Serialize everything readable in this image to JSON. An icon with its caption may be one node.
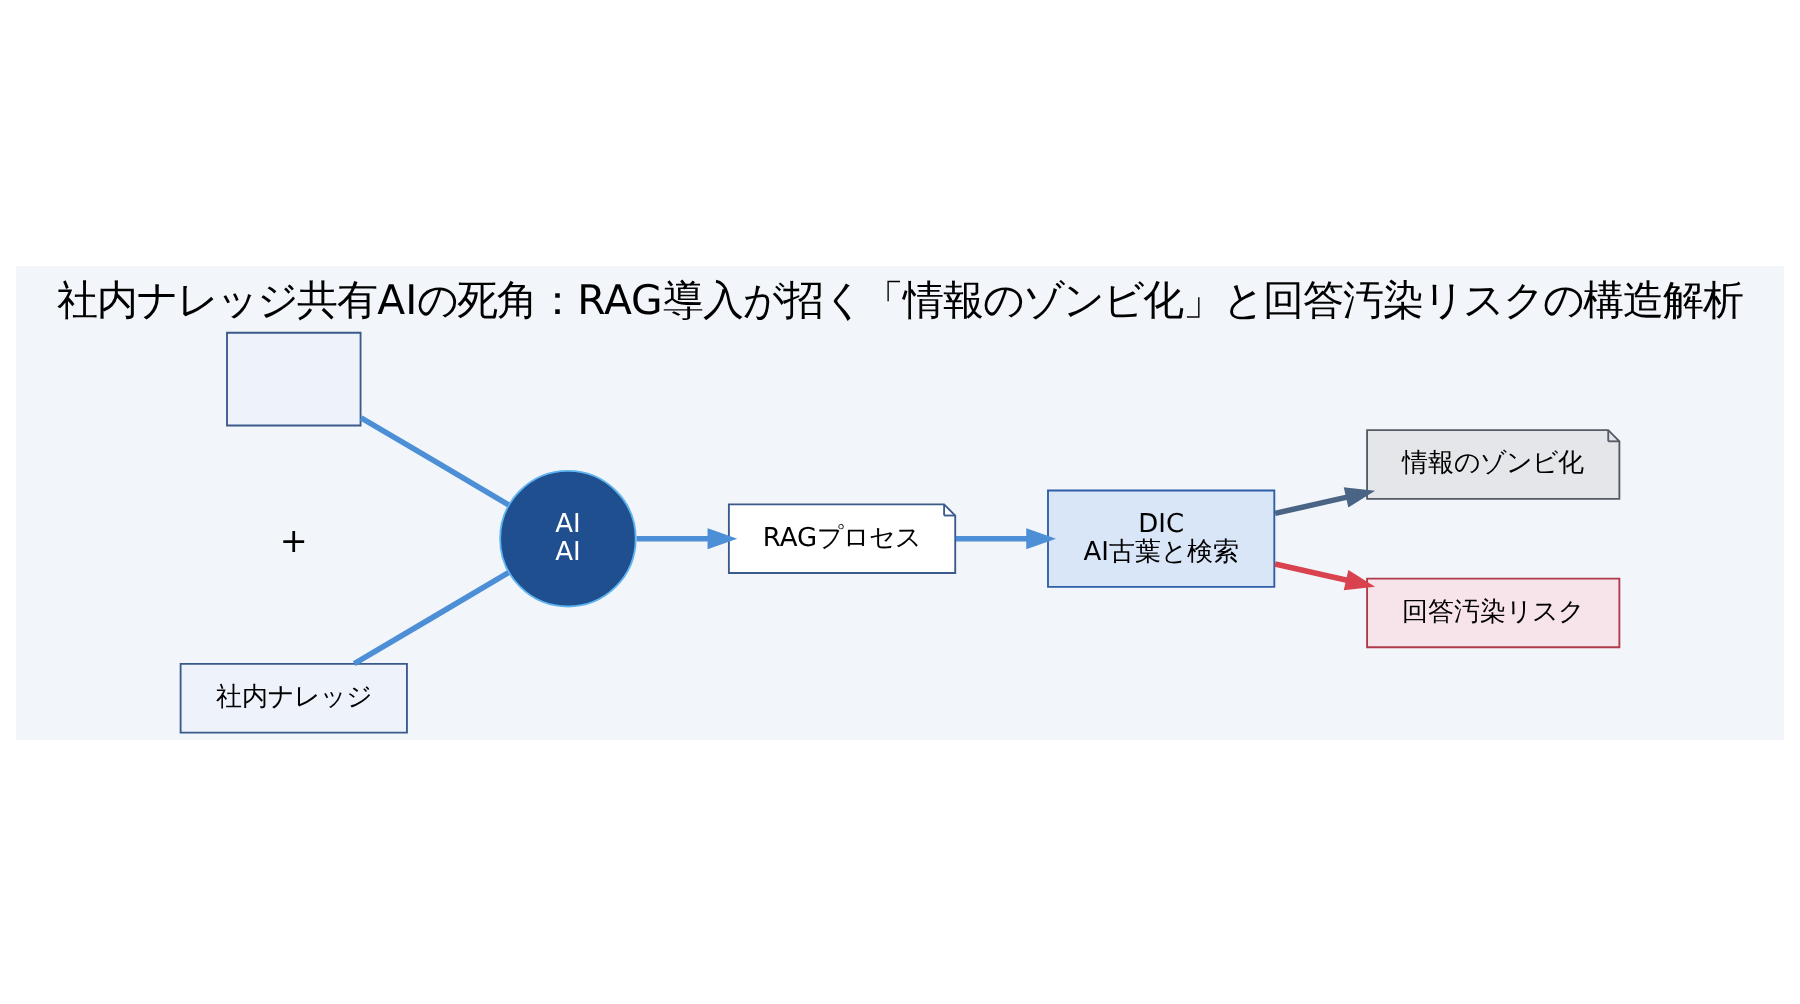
{
  "diagram": {
    "title": "社内ナレッジ共有AIの死角：RAG導入が招く「情報のゾンビ化」と回答汚染リスクの構造解析",
    "nodes": [
      {
        "text": [],
        "shape": "box"
      },
      {
        "text": [
          "社内ナレッジ"
        ]
      },
      {
        "text": [
          "AI",
          "AI"
        ]
      },
      {
        "text": [
          "RAGプロセス"
        ]
      },
      {
        "text": [
          "DIC",
          "AI古葉と検索"
        ]
      },
      {
        "text": [
          "情報のゾンビ化"
        ]
      },
      {
        "text": [
          "回答汚染リスク"
        ]
      }
    ],
    "edges": [
      {
        "from": 0,
        "to": 2,
        "arrow": "none"
      },
      {
        "from": 1,
        "to": 2,
        "arrow": "none"
      },
      {
        "from": 2,
        "to": 3,
        "arrow": "to"
      },
      {
        "from": 3,
        "to": 4,
        "arrow": "to"
      },
      {
        "from": 4,
        "to": 5,
        "arrow": "to",
        "color": "#4a6485"
      },
      {
        "from": 4,
        "to": 6,
        "arrow": "to",
        "color": "#d8434f"
      }
    ],
    "labels": [
      "+"
    ]
  }
}
